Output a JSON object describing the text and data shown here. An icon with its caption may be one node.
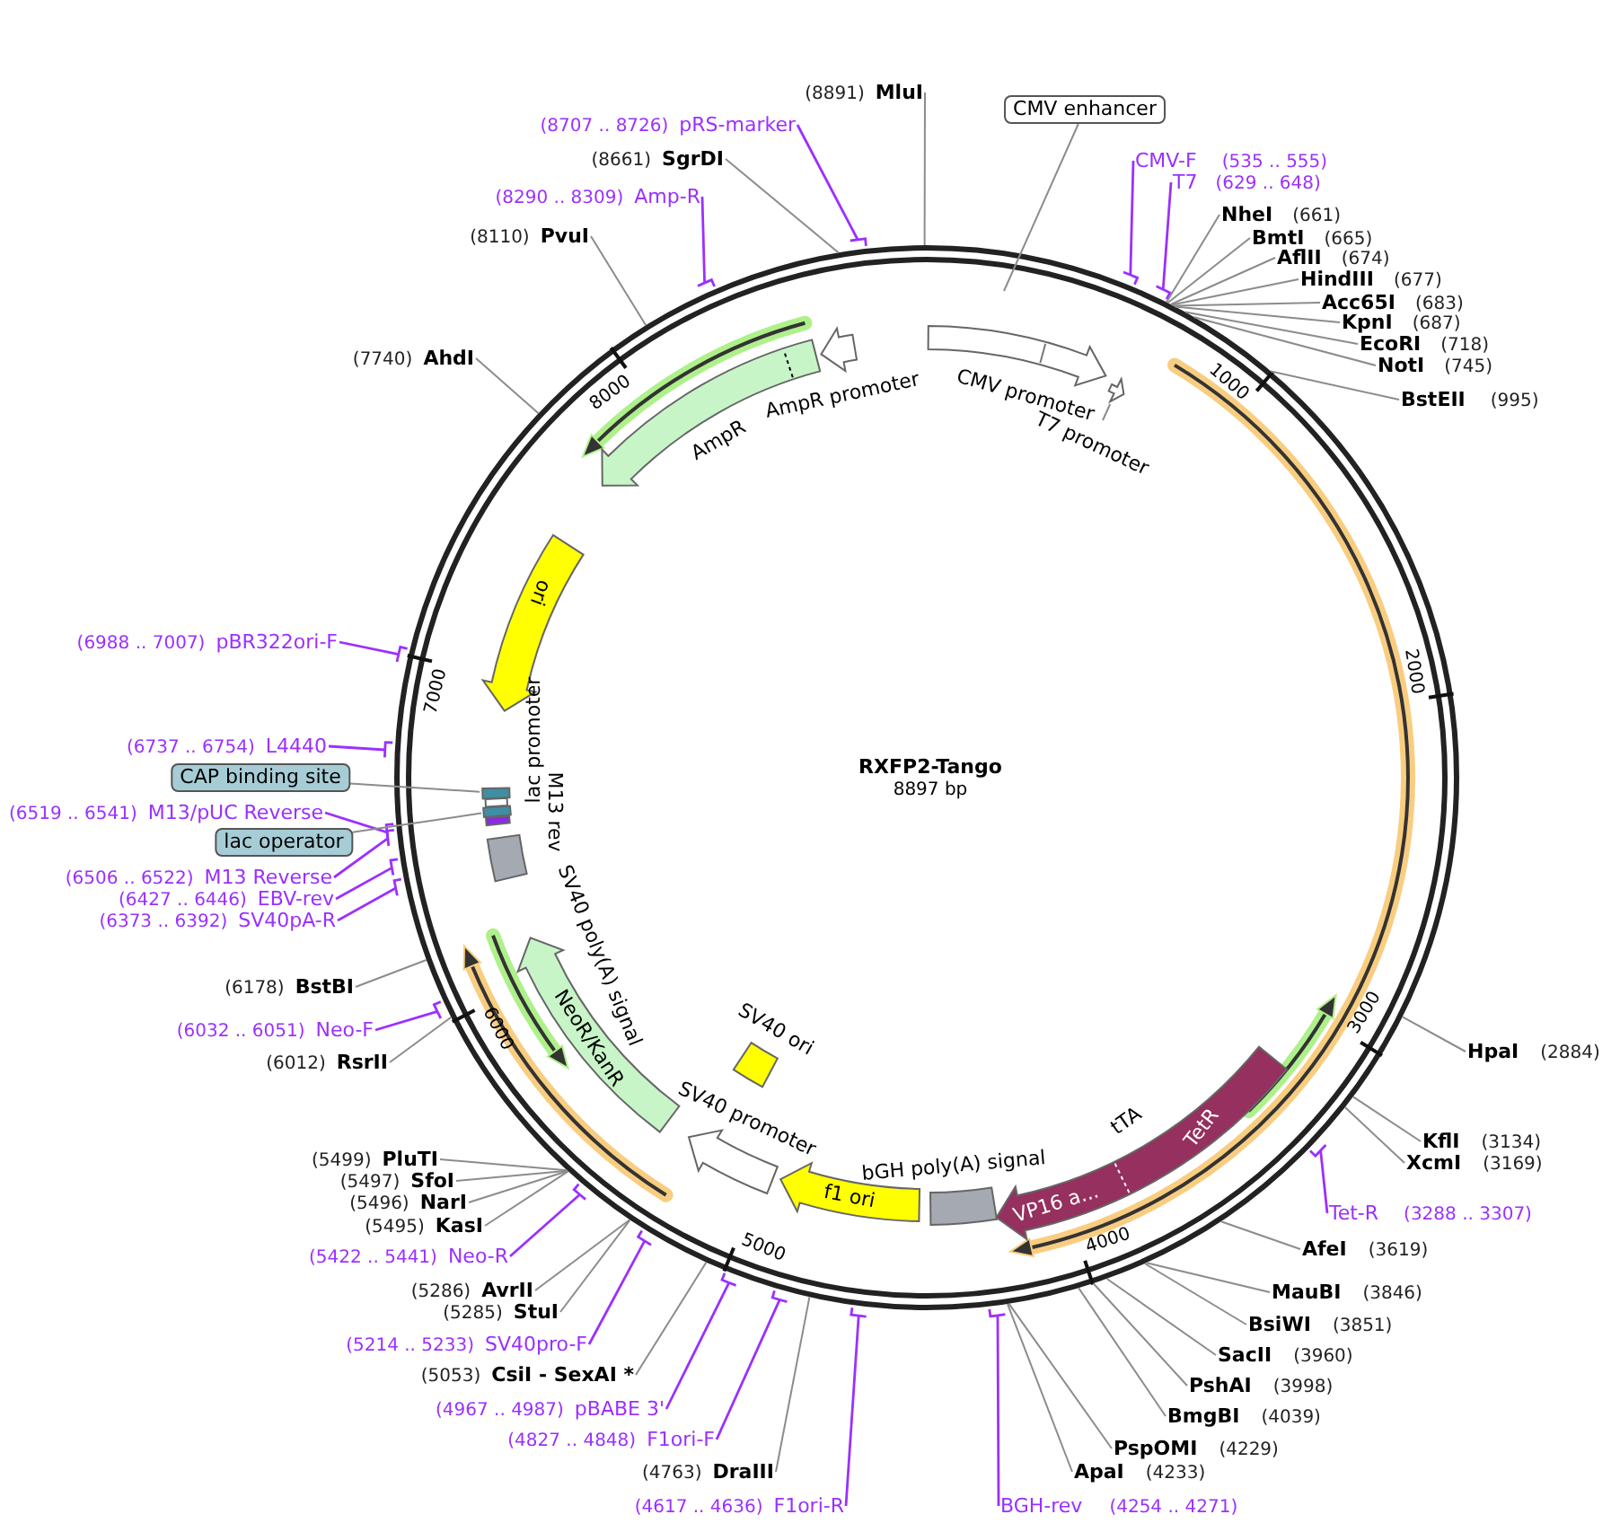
{
  "diagram": {
    "title": "RXFP2-Tango",
    "nodes": [
      {
        "text": [
          "MluI"
        ],
        "beside": [
          "(8891)"
        ]
      },
      {
        "text": [
          "pRS-marker"
        ],
        "beside": [
          "(8707 .. 8726)"
        ]
      },
      {
        "text": [
          "SgrDI"
        ],
        "beside": [
          "(8661)"
        ]
      },
      {
        "text": [
          "CMV enhancer"
        ]
      },
      {
        "text": [
          "CMV-F"
        ],
        "beside": [
          "(535 .. 555)"
        ]
      },
      {
        "text": [
          "T7"
        ],
        "beside": [
          "(629 .. 648)"
        ]
      },
      {
        "text": [
          "NheI"
        ],
        "beside": [
          "(661)"
        ]
      },
      {
        "text": [
          "BmtI"
        ],
        "beside": [
          "(665)"
        ]
      },
      {
        "text": [
          "AflII"
        ],
        "beside": [
          "(674)"
        ]
      },
      {
        "text": [
          "HindIII"
        ],
        "beside": [
          "(677)"
        ]
      },
      {
        "text": [
          "Acc65I"
        ],
        "beside": [
          "(683)"
        ]
      },
      {
        "text": [
          "KpnI"
        ],
        "beside": [
          "(687)"
        ]
      },
      {
        "text": [
          "EcoRI"
        ],
        "beside": [
          "(718)"
        ]
      },
      {
        "text": [
          "NotI"
        ],
        "beside": [
          "(745)"
        ]
      },
      {
        "text": [
          "BstEII"
        ],
        "beside": [
          "(995)"
        ]
      },
      {
        "text": [
          "Amp-R"
        ],
        "beside": [
          "(8290 .. 8309)"
        ]
      },
      {
        "text": [
          "PvuI"
        ],
        "beside": [
          "(8110)"
        ]
      },
      {
        "text": [
          "AhdI"
        ],
        "beside": [
          "(7740)"
        ]
      },
      {
        "text": [
          "AmpR promoter"
        ]
      },
      {
        "text": [
          "AmpR"
        ]
      },
      {
        "text": [
          "CMV promoter"
        ]
      },
      {
        "text": [
          "T7 promoter"
        ]
      },
      {
        "text": [],
        "shape": "arrow"
      },
      {
        "text": [
          "ori"
        ]
      },
      {
        "text": [
          "pBR322ori-F"
        ],
        "beside": [
          "(6988 .. 7007)"
        ]
      },
      {
        "text": [
          "L4440"
        ],
        "beside": [
          "(6737 .. 6754)"
        ]
      },
      {
        "text": [
          "CAP binding site"
        ]
      },
      {
        "text": [],
        "shape": "box"
      },
      {
        "text": [
          "lac promoter"
        ]
      },
      {
        "text": [
          "M13/pUC Reverse"
        ],
        "beside": [
          "(6519 .. 6541)"
        ]
      },
      {
        "text": [
          "lac operator"
        ]
      },
      {
        "text": [],
        "shape": "box"
      },
      {
        "text": [
          "M13 rev"
        ]
      },
      {
        "text": [
          "M13 Reverse"
        ],
        "beside": [
          "(6506 .. 6522)"
        ]
      },
      {
        "text": [
          "EBV-rev"
        ],
        "beside": [
          "(6427 .. 6446)"
        ]
      },
      {
        "text": [
          "SV40pA-R"
        ],
        "beside": [
          "(6373 .. 6392)"
        ]
      },
      {
        "text": [
          "SV40 poly(A) signal"
        ]
      },
      {
        "text": [
          "BstBI"
        ],
        "beside": [
          "(6178)"
        ]
      },
      {
        "text": [
          "Neo-F"
        ],
        "beside": [
          "(6032 .. 6051)"
        ]
      },
      {
        "text": [
          "RsrII"
        ],
        "beside": [
          "(6012)"
        ]
      },
      {
        "text": [
          "NeoR/KanR"
        ]
      },
      {
        "text": [
          "SV40 ori"
        ]
      },
      {
        "text": [
          "SV40 promoter"
        ]
      },
      {
        "text": [
          "PluTI"
        ],
        "beside": [
          "(5499)"
        ]
      },
      {
        "text": [
          "SfoI"
        ],
        "beside": [
          "(5497)"
        ]
      },
      {
        "text": [
          "NarI"
        ],
        "beside": [
          "(5496)"
        ]
      },
      {
        "text": [
          "KasI"
        ],
        "beside": [
          "(5495)"
        ]
      },
      {
        "text": [
          "Neo-R"
        ],
        "beside": [
          "(5422 .. 5441)"
        ]
      },
      {
        "text": [
          "AvrII"
        ],
        "beside": [
          "(5286)"
        ]
      },
      {
        "text": [
          "StuI"
        ],
        "beside": [
          "(5285)"
        ]
      },
      {
        "text": [
          "SV40pro-F"
        ],
        "beside": [
          "(5214 .. 5233)"
        ]
      },
      {
        "text": [
          "CsiI - SexAI *"
        ],
        "beside": [
          "(5053)"
        ]
      },
      {
        "text": [
          "pBABE 3'"
        ],
        "beside": [
          "(4967 .. 4987)"
        ]
      },
      {
        "text": [
          "F1ori-F"
        ],
        "beside": [
          "(4827 .. 4848)"
        ]
      },
      {
        "text": [
          "DraIII"
        ],
        "beside": [
          "(4763)"
        ]
      },
      {
        "text": [
          "F1ori-R"
        ],
        "beside": [
          "(4617 .. 4636)"
        ]
      },
      {
        "text": [
          "f1 ori"
        ]
      },
      {
        "text": [
          "bGH poly(A) signal"
        ]
      },
      {
        "text": [
          "tTA",
          "TetR",
          "VP16 a..."
        ]
      },
      {
        "text": [
          "BGH-rev"
        ],
        "beside": [
          "(4254 .. 4271)"
        ]
      },
      {
        "text": [
          "ApaI"
        ],
        "beside": [
          "(4233)"
        ]
      },
      {
        "text": [
          "PspOMI"
        ],
        "beside": [
          "(4229)"
        ]
      },
      {
        "text": [
          "BmgBI"
        ],
        "beside": [
          "(4039)"
        ]
      },
      {
        "text": [
          "PshAI"
        ],
        "beside": [
          "(3998)"
        ]
      },
      {
        "text": [
          "SacII"
        ],
        "beside": [
          "(3960)"
        ]
      },
      {
        "text": [
          "BsiWI"
        ],
        "beside": [
          "(3851)"
        ]
      },
      {
        "text": [
          "MauBI"
        ],
        "beside": [
          "(3846)"
        ]
      },
      {
        "text": [
          "AfeI"
        ],
        "beside": [
          "(3619)"
        ]
      },
      {
        "text": [
          "Tet-R"
        ],
        "beside": [
          "(3288 .. 3307)"
        ]
      },
      {
        "text": [
          "XcmI"
        ],
        "beside": [
          "(3169)"
        ]
      },
      {
        "text": [
          "KflI"
        ],
        "beside": [
          "(3134)"
        ]
      },
      {
        "text": [
          "HpaI"
        ],
        "beside": [
          "(2884)"
        ]
      }
    ],
    "edges": [
      {
        "from": 0,
        "to": null,
        "arrow": "none"
      },
      {
        "from": 1,
        "to": null,
        "arrow": "none",
        "color": "#9b30ff"
      },
      {
        "from": 2,
        "to": null,
        "arrow": "none"
      },
      {
        "from": 3,
        "to": null,
        "arrow": "none"
      },
      {
        "from": 4,
        "to": null,
        "arrow": "none",
        "color": "#9b30ff"
      },
      {
        "from": 5,
        "to": null,
        "arrow": "none",
        "color": "#9b30ff"
      },
      {
        "from": 6,
        "to": null,
        "arrow": "none"
      },
      {
        "from": 7,
        "to": null,
        "arrow": "none"
      },
      {
        "from": 8,
        "to": null,
        "arrow": "none"
      },
      {
        "from": 9,
        "to": null,
        "arrow": "none"
      },
      {
        "from": 10,
        "to": null,
        "arrow": "none"
      },
      {
        "from": 11,
        "to": null,
        "arrow": "none"
      },
      {
        "from": 12,
        "to": null,
        "arrow": "none"
      },
      {
        "from": 13,
        "to": null,
        "arrow": "none"
      },
      {
        "from": 14,
        "to": null,
        "arrow": "none"
      },
      {
        "from": 15,
        "to": null,
        "arrow": "none",
        "color": "#9b30ff"
      },
      {
        "from": 16,
        "to": null,
        "arrow": "none"
      },
      {
        "from": 17,
        "to": null,
        "arrow": "none"
      },
      {
        "from": 21,
        "to": 22,
        "arrow": "none"
      },
      {
        "from": 24,
        "to": null,
        "arrow": "none",
        "color": "#9b30ff"
      },
      {
        "from": 25,
        "to": null,
        "arrow": "none",
        "color": "#9b30ff"
      },
      {
        "from": 26,
        "to": 27,
        "arrow": "none"
      },
      {
        "from": 29,
        "to": null,
        "arrow": "none",
        "color": "#9b30ff"
      },
      {
        "from": 30,
        "to": 31,
        "arrow": "none"
      },
      {
        "from": 33,
        "to": null,
        "arrow": "none",
        "color": "#9b30ff"
      },
      {
        "from": 34,
        "to": null,
        "arrow": "none",
        "color": "#9b30ff"
      },
      {
        "from": 35,
        "to": null,
        "arrow": "none",
        "color": "#9b30ff"
      },
      {
        "from": 37,
        "to": null,
        "arrow": "none"
      },
      {
        "from": 38,
        "to": null,
        "arrow": "none",
        "color": "#9b30ff"
      },
      {
        "from": 39,
        "to": null,
        "arrow": "none"
      },
      {
        "from": 43,
        "to": null,
        "arrow": "none"
      },
      {
        "from": 44,
        "to": null,
        "arrow": "none"
      },
      {
        "from": 45,
        "to": null,
        "arrow": "none"
      },
      {
        "from": 46,
        "to": null,
        "arrow": "none"
      },
      {
        "from": 47,
        "to": null,
        "arrow": "none",
        "color": "#9b30ff"
      },
      {
        "from": 48,
        "to": null,
        "arrow": "none"
      },
      {
        "from": 49,
        "to": null,
        "arrow": "none"
      },
      {
        "from": 50,
        "to": null,
        "arrow": "none",
        "color": "#9b30ff"
      },
      {
        "from": 51,
        "to": null,
        "arrow": "none"
      },
      {
        "from": 52,
        "to": null,
        "arrow": "none",
        "color": "#9b30ff"
      },
      {
        "from": 53,
        "to": null,
        "arrow": "none",
        "color": "#9b30ff"
      },
      {
        "from": 54,
        "to": null,
        "arrow": "none"
      },
      {
        "from": 55,
        "to": null,
        "arrow": "none",
        "color": "#9b30ff"
      },
      {
        "from": 59,
        "to": null,
        "arrow": "none",
        "color": "#9b30ff"
      },
      {
        "from": 60,
        "to": null,
        "arrow": "none"
      },
      {
        "from": 61,
        "to": null,
        "arrow": "none"
      },
      {
        "from": 62,
        "to": null,
        "arrow": "none"
      },
      {
        "from": 63,
        "to": null,
        "arrow": "none"
      },
      {
        "from": 64,
        "to": null,
        "arrow": "none"
      },
      {
        "from": 65,
        "to": null,
        "arrow": "none"
      },
      {
        "from": 66,
        "to": null,
        "arrow": "none"
      },
      {
        "from": 67,
        "to": null,
        "arrow": "none"
      },
      {
        "from": 68,
        "to": null,
        "arrow": "none",
        "color": "#9b30ff"
      },
      {
        "from": 69,
        "to": null,
        "arrow": "none"
      },
      {
        "from": 70,
        "to": null,
        "arrow": "none"
      },
      {
        "from": 71,
        "to": null,
        "arrow": "none"
      }
    ],
    "labels": [
      "8897 bp",
      "1000",
      "2000",
      "3000",
      "4000",
      "5000",
      "6000",
      "7000",
      "8000"
    ]
  }
}
